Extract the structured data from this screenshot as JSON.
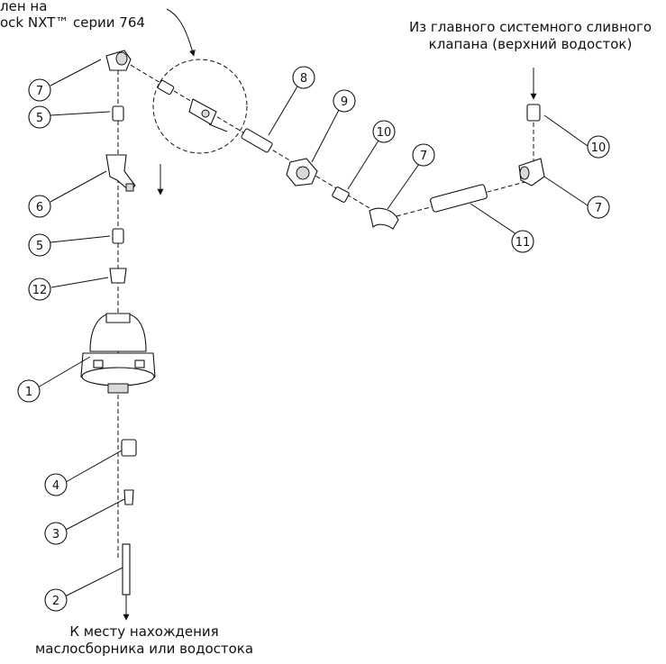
{
  "labels": {
    "top_left_line1": "лен на",
    "top_left_line2": "ock NXT™ серии 764",
    "top_right_line1": "Из главного системного сливного",
    "top_right_line2": "клапана (верхний водосток)",
    "bottom_line1": "К месту нахождения",
    "bottom_line2": "маслосборника или водостока"
  },
  "callouts": {
    "c7_top": "7",
    "c5_a": "5",
    "c6": "6",
    "c5_b": "5",
    "c12": "12",
    "c1": "1",
    "c4": "4",
    "c3": "3",
    "c2": "2",
    "c8": "8",
    "c9": "9",
    "c10_a": "10",
    "c7_mid": "7",
    "c11": "11",
    "c10_b": "10",
    "c7_right": "7"
  }
}
